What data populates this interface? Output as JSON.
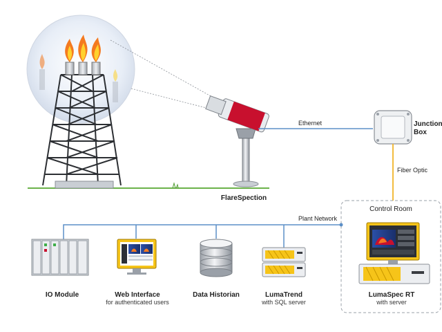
{
  "links": {
    "ethernet": "Ethernet",
    "fiber_optic": "Fiber Optic",
    "plant_network": "Plant Network"
  },
  "nodes": {
    "camera": {
      "label": "FlareSpection"
    },
    "junction_box": {
      "label_line1": "Junction",
      "label_line2": "Box"
    },
    "control_room": {
      "title": "Control Room",
      "label": "LumaSpec RT",
      "sublabel": "with server"
    },
    "io_module": {
      "label": "IO Module"
    },
    "web_interface": {
      "label": "Web Interface",
      "sublabel": "for authenticated users"
    },
    "data_historian": {
      "label": "Data Historian"
    },
    "lumatrend": {
      "label": "LumaTrend",
      "sublabel": "with SQL server"
    }
  },
  "colors": {
    "ethernet_line": "#5b8fc7",
    "fiber_line": "#f0b429",
    "camera_red": "#c8102e",
    "flame_orange": "#f47a20",
    "flame_yellow": "#ffd22e"
  }
}
